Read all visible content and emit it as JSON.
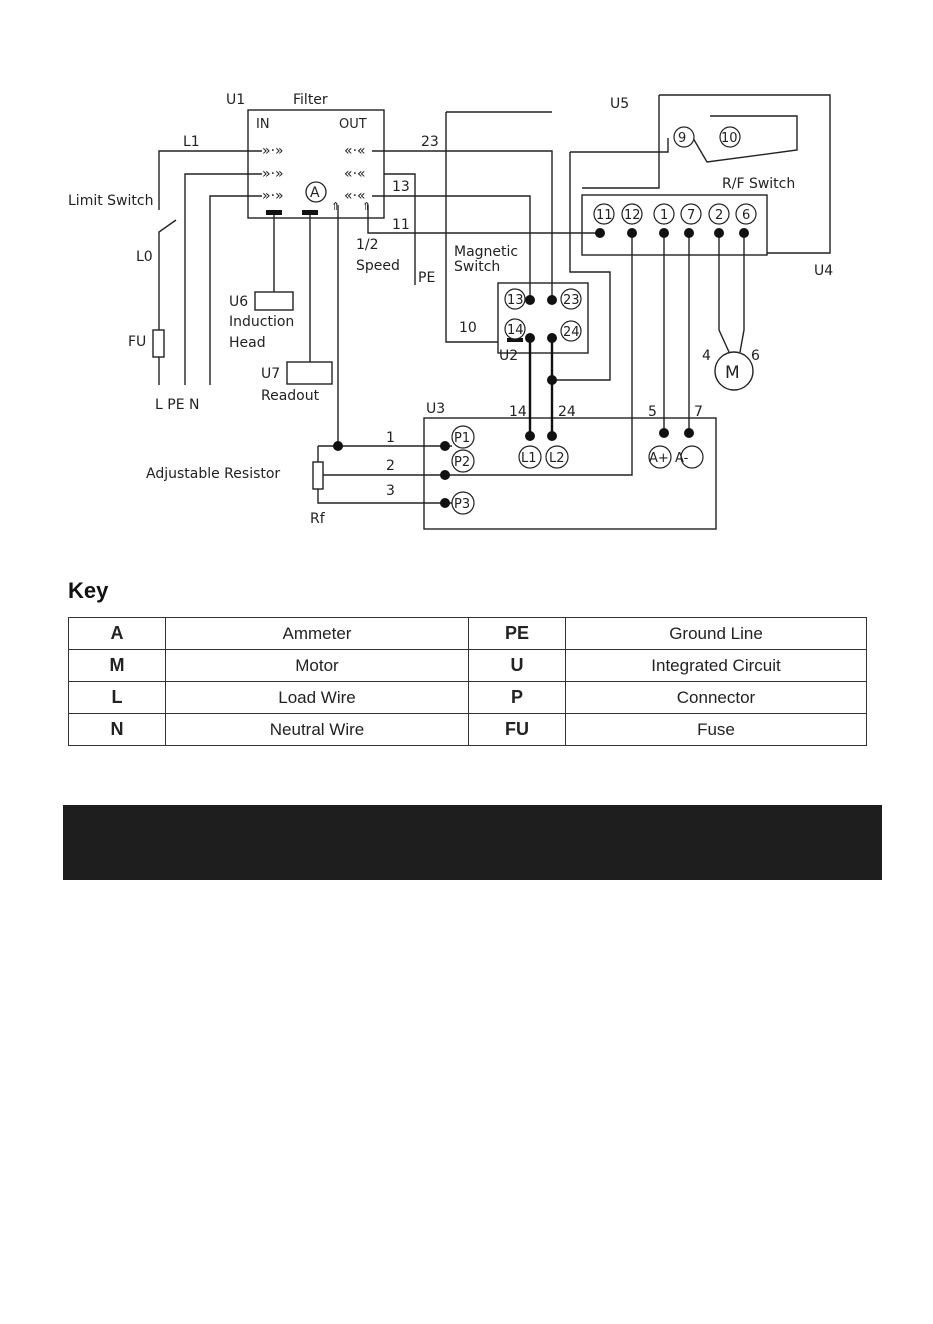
{
  "diagram": {
    "units": {
      "u1": "U1",
      "u2": "U2",
      "u3": "U3",
      "u4": "U4",
      "u5": "U5",
      "u6": "U6",
      "u7": "U7"
    },
    "labels": {
      "filter": "Filter",
      "in": "IN",
      "out": "OUT",
      "limit_switch": "Limit Switch",
      "l1": "L1",
      "l0": "L0",
      "fu": "FU",
      "l_pe_n": "L PE N",
      "induction": "Induction",
      "head": "Head",
      "readout": "Readout",
      "half": "1/2",
      "speed": "Speed",
      "pe": "PE",
      "magnetic": "Magnetic",
      "switch": "Switch",
      "rf_switch": "R/F Switch",
      "adjustable_resistor": "Adjustable Resistor",
      "rf": "Rf",
      "ammeter_symbol": "A",
      "motor_symbol": "M"
    },
    "wire_numbers": {
      "w23": "23",
      "w13": "13",
      "w11": "11",
      "w10": "10",
      "w14": "14",
      "w24": "24",
      "w5": "5",
      "w7": "7",
      "w1": "1",
      "w2": "2",
      "w3": "3",
      "w4": "4",
      "w6": "6"
    },
    "terminals": {
      "t9": "9",
      "t10": "10",
      "t11": "11",
      "t12": "12",
      "t1": "1",
      "t7": "7",
      "t2": "2",
      "t6": "6",
      "t13": "13",
      "t23": "23",
      "t14": "14",
      "t24": "24",
      "p1": "P1",
      "p2": "P2",
      "p3": "P3",
      "l1": "L1",
      "l2": "L2",
      "a_plus": "A+",
      "a_minus": "A-"
    }
  },
  "key": {
    "title": "Key",
    "rows": [
      {
        "abbr1": "A",
        "desc1": "Ammeter",
        "abbr2": "PE",
        "desc2": "Ground Line"
      },
      {
        "abbr1": "M",
        "desc1": "Motor",
        "abbr2": "U",
        "desc2": "Integrated Circuit"
      },
      {
        "abbr1": "L",
        "desc1": "Load Wire",
        "abbr2": "P",
        "desc2": "Connector"
      },
      {
        "abbr1": "N",
        "desc1": "Neutral Wire",
        "abbr2": "FU",
        "desc2": "Fuse"
      }
    ]
  },
  "colors": {
    "banner": "#1e1e1e",
    "line": "#222222"
  }
}
